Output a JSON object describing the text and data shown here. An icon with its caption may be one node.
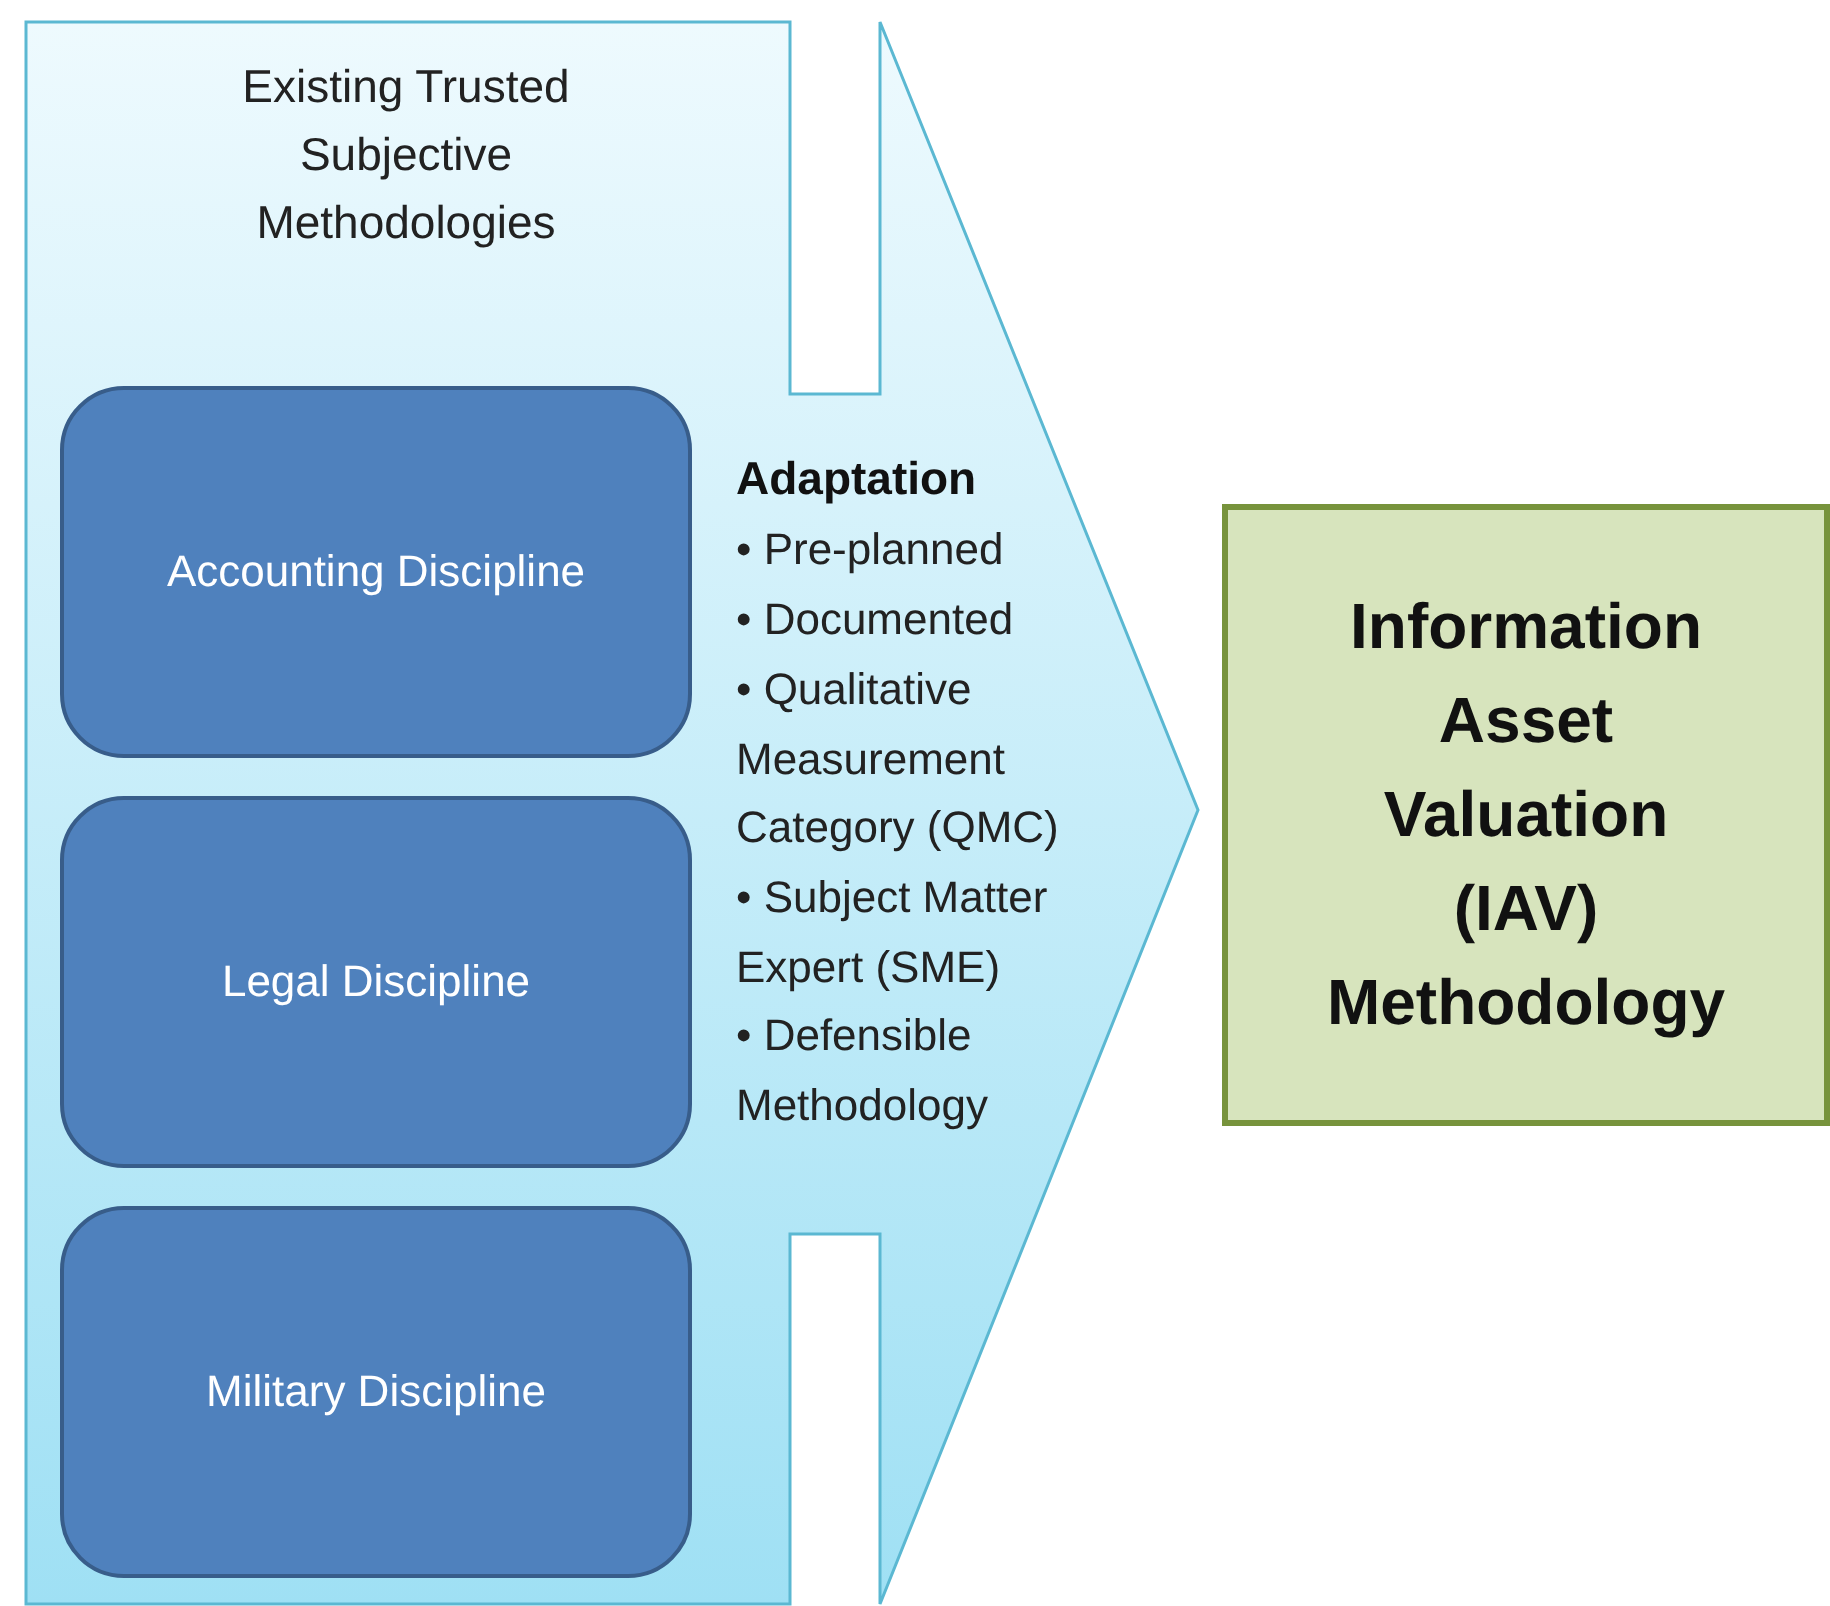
{
  "diagram": {
    "nodes": [
      {
        "text": [
          "Existing Trusted Subjective Methodologies",
          "Adaptation",
          "• Pre-planned",
          "• Documented",
          "• Qualitative Measurement Category (QMC)",
          "• Subject Matter Expert (SME)",
          "• Defensible Methodology"
        ]
      },
      {
        "text": [
          "Accounting Discipline"
        ],
        "in": 0
      },
      {
        "text": [
          "Legal Discipline"
        ],
        "in": 0
      },
      {
        "text": [
          "Military Discipline"
        ],
        "in": 0
      },
      {
        "text": [
          "Information Asset Valuation (IAV) Methodology"
        ]
      }
    ]
  }
}
